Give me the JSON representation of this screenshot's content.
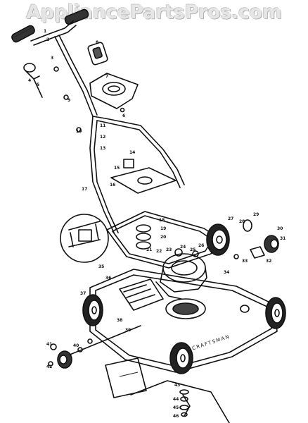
{
  "watermark": "AppliancePartsPros.com",
  "diagram": {
    "brand_on_deck": "CRAFTSMAN",
    "callouts": [
      "1",
      "2",
      "3",
      "4",
      "5",
      "6",
      "7",
      "8",
      "9",
      "10",
      "11",
      "12",
      "13",
      "14",
      "15",
      "16",
      "17",
      "18",
      "19",
      "20",
      "21",
      "22",
      "23",
      "24",
      "25",
      "26",
      "27",
      "28",
      "29",
      "30",
      "31",
      "32",
      "33",
      "34",
      "35",
      "36",
      "37",
      "38",
      "39",
      "40",
      "41",
      "42",
      "43",
      "44",
      "45",
      "46"
    ]
  },
  "colors": {
    "line": "#111111",
    "watermark": "#e6e6e6",
    "background": "#ffffff"
  }
}
